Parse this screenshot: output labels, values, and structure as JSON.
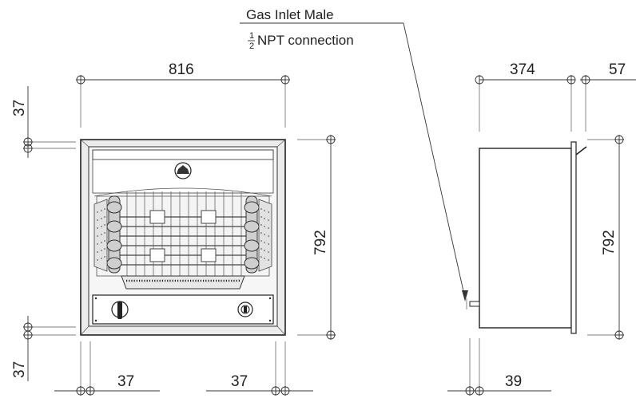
{
  "callout": {
    "title": "Gas Inlet Male",
    "fraction_numerator": "1",
    "fraction_denominator": "2",
    "connection": "NPT connection"
  },
  "front_view": {
    "width": "816",
    "height": "792",
    "top_offset": "37",
    "bottom_offset": "37",
    "left_offset": "37",
    "right_offset": "37"
  },
  "side_view": {
    "depth": "374",
    "flange": "57",
    "height": "792",
    "bottom_offset": "39"
  }
}
